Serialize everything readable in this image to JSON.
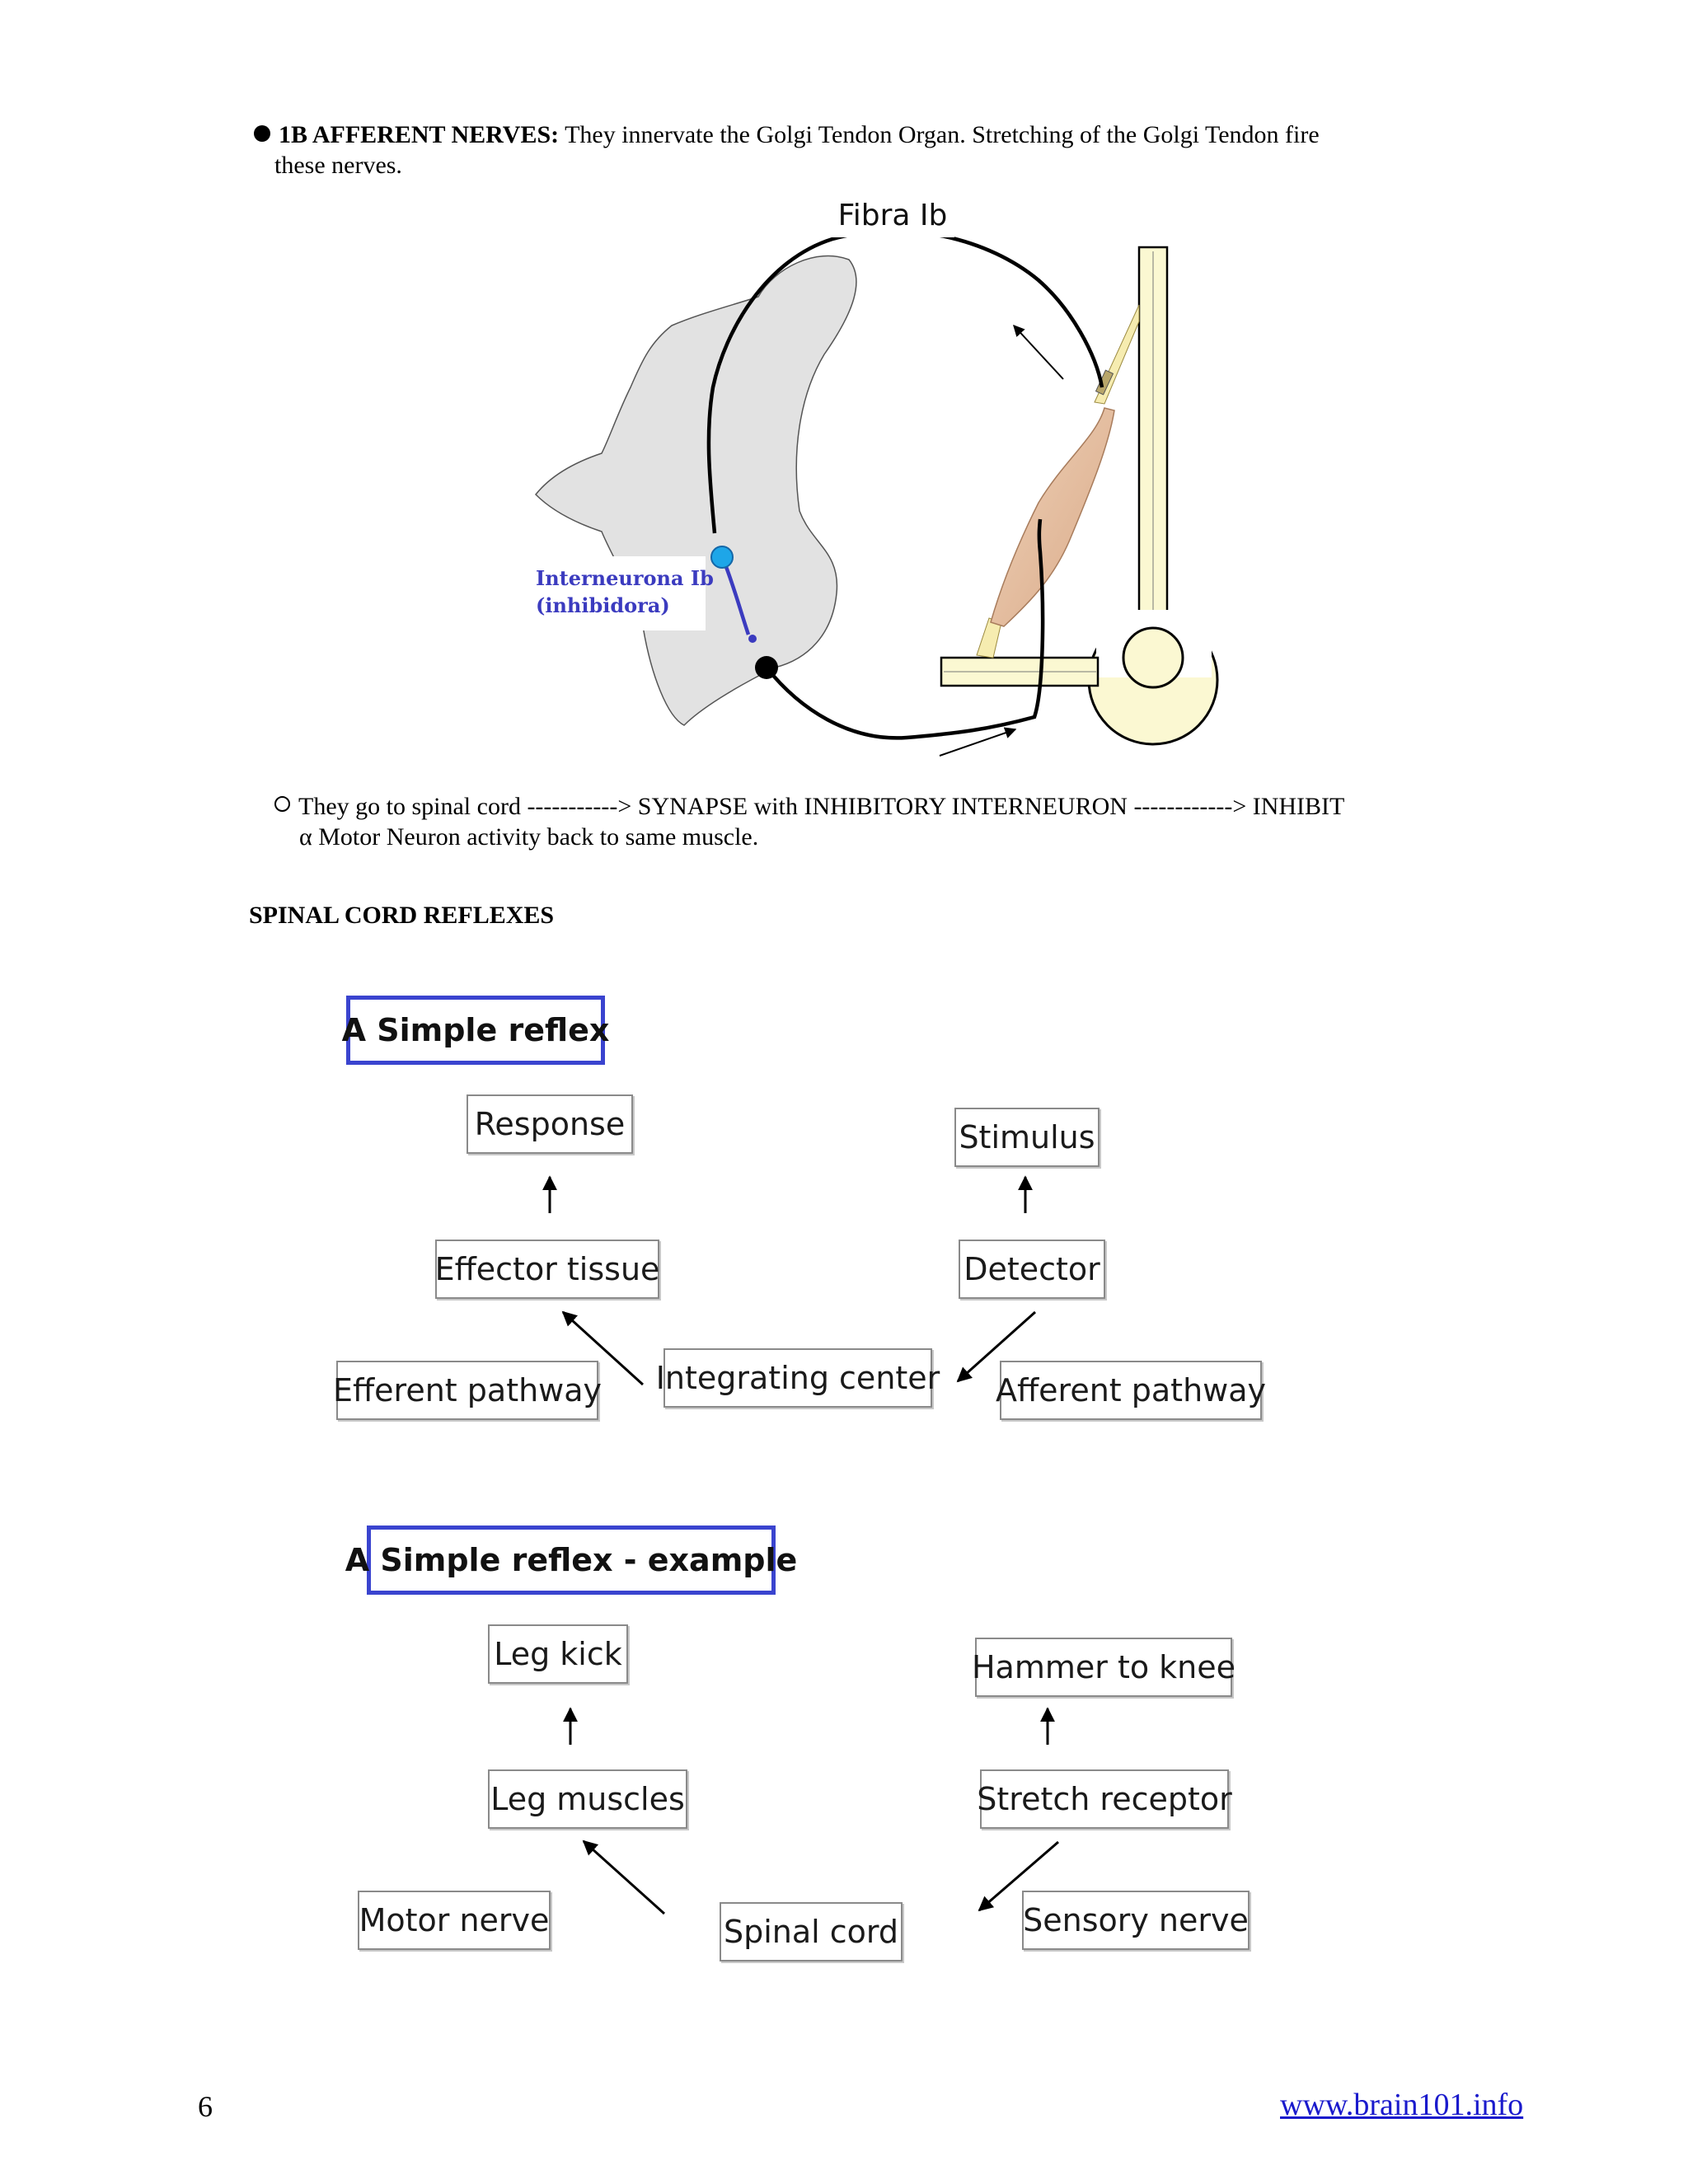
{
  "section1": {
    "heading": "1B AFFERENT NERVES:",
    "text_line1": " They innervate the Golgi Tendon Organ. Stretching of the Golgi Tendon fire",
    "text_line2": "these nerves."
  },
  "figure1": {
    "title": "Fibra Ib",
    "interneuron_label_line1": "Interneurona Ib",
    "interneuron_label_line2": "(inhibidora)"
  },
  "sub_point": {
    "line1": "They go to spinal cord -----------> SYNAPSE with INHIBITORY INTERNEURON ------------> INHIBIT",
    "line2": "α Motor Neuron activity back to same muscle."
  },
  "section2": {
    "heading": "SPINAL CORD REFLEXES"
  },
  "diagram1": {
    "title": "A Simple reflex",
    "response": "Response",
    "stimulus": "Stimulus",
    "effector": "Effector tissue",
    "detector": "Detector",
    "efferent": "Efferent pathway",
    "integrating": "Integrating center",
    "afferent": "Afferent pathway"
  },
  "diagram2": {
    "title": "A Simple reflex - example",
    "response": "Leg kick",
    "stimulus": "Hammer to knee",
    "effector": "Leg muscles",
    "detector": "Stretch receptor",
    "efferent": "Motor nerve",
    "integrating": "Spinal cord",
    "afferent": "Sensory nerve"
  },
  "footer": {
    "page_number": "6",
    "website": "www.brain101.info"
  },
  "colors": {
    "title_border": "#3a44cf",
    "link": "#1a1acc",
    "interneuron": "#3b3bbf",
    "spinal_gray": "#e2e2e2",
    "muscle": "#e8c3a3",
    "bone": "#fbf8d2"
  }
}
